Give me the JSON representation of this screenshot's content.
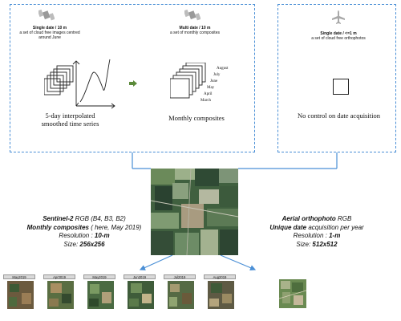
{
  "panel_sentinel": {
    "single": {
      "title": "Single date / 10 m",
      "desc": "a set of cloud free images centred around June",
      "caption": "5-day interpolated smoothed time series"
    },
    "multi": {
      "title": "Multi date / 10 m",
      "desc": "a set of monthly composites",
      "caption": "Monthly composites",
      "months": [
        "August",
        "July",
        "June",
        "May",
        "April",
        "March"
      ]
    }
  },
  "panel_aerial": {
    "title": "Single date / <=1 m",
    "desc": "a set of cloud free orthophotos",
    "caption": "No control on date acquisition"
  },
  "sentinel_info": {
    "line1_bold": "Sentinel-2",
    "line1_rest": " RGB (B4, B3, B2)",
    "line2_bold": "Monthly composites",
    "line2_rest": "  ( here, May 2019)",
    "line3_label": "Resolution : ",
    "line3_value": "10-m",
    "line4_label": "Size: ",
    "line4_value": "256x256"
  },
  "aerial_info": {
    "line1_bold": "Aerial orthophoto",
    "line1_rest": " RGB",
    "line2_bold": "Unique date",
    "line2_rest": " acquisition per year",
    "line3_label": "Resolution : ",
    "line3_value": "1-m",
    "line4_label": "Size: ",
    "line4_value": "512x512"
  },
  "thumbnails": [
    "May2019",
    "Apr2019",
    "May2019",
    "Jun2019",
    "Jul2019",
    "Aug2019"
  ],
  "colors": {
    "dashed_border": "#4a8fd6",
    "arrow": "#5b8a3a",
    "connector": "#4a8fd6"
  },
  "icons": [
    "satellite-icon",
    "satellite-icon",
    "airplane-icon"
  ]
}
